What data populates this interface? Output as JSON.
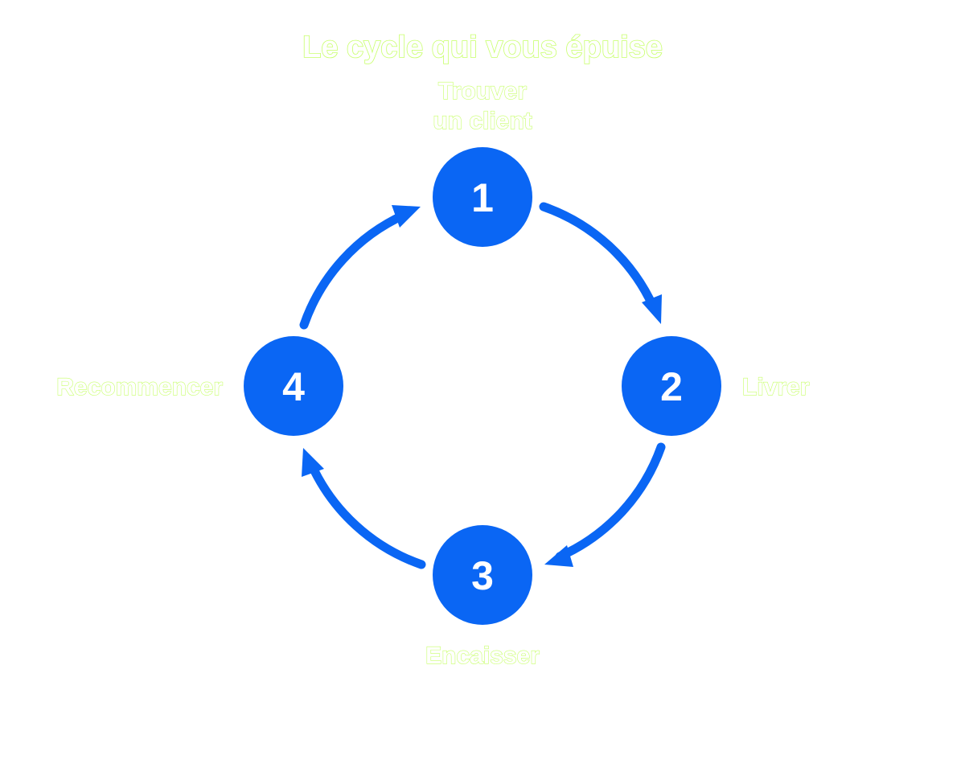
{
  "title": "Le cycle qui vous épuise",
  "colors": {
    "node": "#0a66f4",
    "arrow": "#0a66f4",
    "number": "#ffffff",
    "label_fill": "#ffffff",
    "label_outline": "#c8ff6b"
  },
  "steps": [
    {
      "number": "1",
      "label_lines": [
        "Trouver",
        "un client"
      ]
    },
    {
      "number": "2",
      "label_lines": [
        "Livrer"
      ]
    },
    {
      "number": "3",
      "label_lines": [
        "Encaisser"
      ]
    },
    {
      "number": "4",
      "label_lines": [
        "Recommencer"
      ]
    }
  ]
}
